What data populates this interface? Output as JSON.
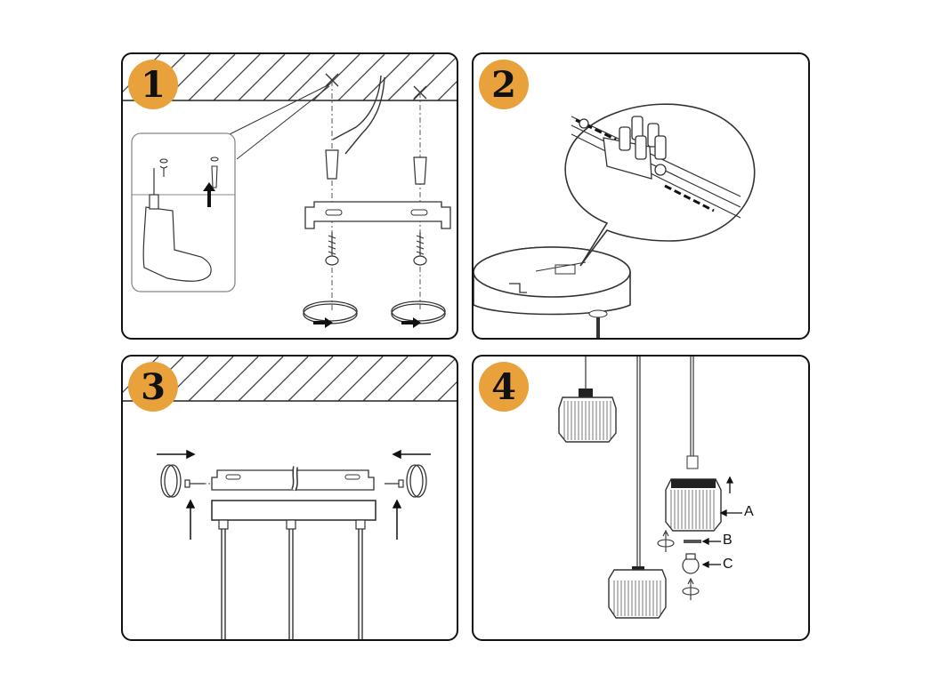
{
  "colors": {
    "badge": "#e9a23b",
    "ink": "#222222",
    "hatch": "#444444"
  },
  "steps": [
    {
      "number": "1",
      "icon": "ceiling-drill-mount-icon"
    },
    {
      "number": "2",
      "icon": "wire-connector-icon"
    },
    {
      "number": "3",
      "icon": "canopy-attach-icon"
    },
    {
      "number": "4",
      "icon": "pendant-shade-assembly-icon"
    }
  ],
  "parts": {
    "a": "A",
    "b": "B",
    "c": "C"
  }
}
